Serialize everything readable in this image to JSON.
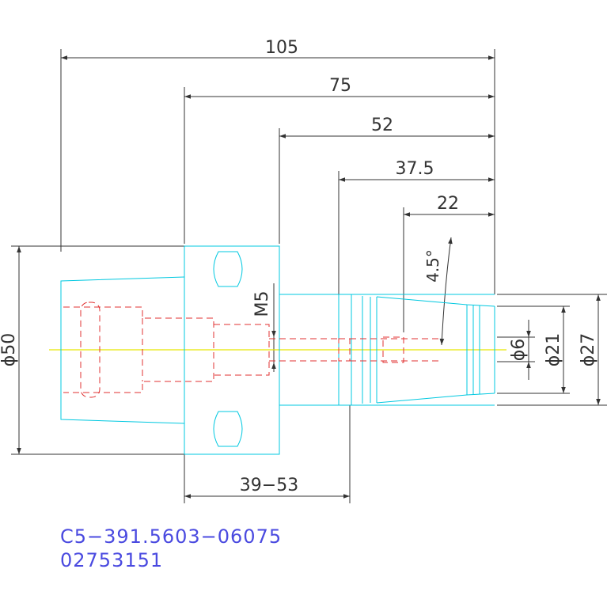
{
  "dimensions": {
    "overall": "105",
    "d75": "75",
    "d52": "52",
    "d37_5": "37.5",
    "d22": "22",
    "angle": "4.5°",
    "thread": "M5",
    "dia50": "ϕ50",
    "dia6": "ϕ6",
    "dia21": "ϕ21",
    "dia27": "ϕ27",
    "range": "39−53"
  },
  "caption": {
    "code": "C5−391.5603−06075",
    "id": "02753151"
  },
  "colors": {
    "outline": "#00c8e0",
    "hidden": "#e03030",
    "centerline": "#e6e600",
    "dimension": "#333333",
    "caption": "#4a4ae0"
  }
}
